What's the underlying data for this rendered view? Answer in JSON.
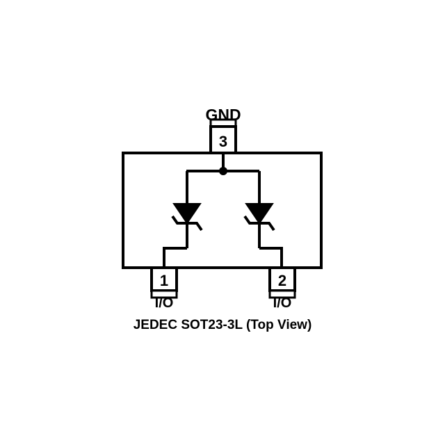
{
  "diagram": {
    "caption": "JEDEC SOT23-3L (Top View)",
    "package": "SOT23-3L",
    "view": "Top View",
    "standard": "JEDEC",
    "colors": {
      "line": "#000000",
      "background": "#ffffff",
      "fill": "#000000"
    },
    "pins": [
      {
        "number": "1",
        "name": "I/O",
        "position": "bottom-left"
      },
      {
        "number": "2",
        "name": "I/O",
        "position": "bottom-right"
      },
      {
        "number": "3",
        "name": "GND",
        "position": "top-center"
      }
    ],
    "components": [
      {
        "id": "diode-left",
        "type": "zener-tvs-diode",
        "cathode": "GND",
        "anode": "I/O pin 1"
      },
      {
        "id": "diode-right",
        "type": "zener-tvs-diode",
        "cathode": "GND",
        "anode": "I/O pin 2"
      }
    ],
    "nets": [
      {
        "name": "GND",
        "junction": true
      }
    ]
  }
}
